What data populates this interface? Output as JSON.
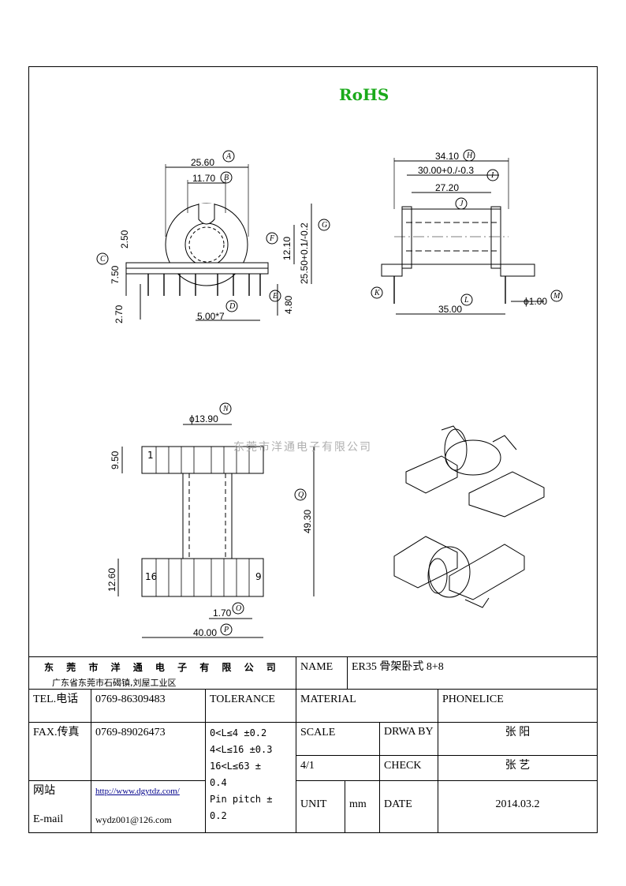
{
  "header": {
    "rohs": "RoHS"
  },
  "watermark": "东莞市洋通电子有限公司",
  "dims": {
    "A": "25.60",
    "B": "11.70",
    "C_val": "2.50",
    "C2": "7.50",
    "C3": "2.70",
    "D": "5.00*7",
    "E": "4.80",
    "F": "12.10",
    "G": "25.50+0.1/-0.2",
    "H": "34.10",
    "I": "30.00+0./-0.3",
    "J": "27.20",
    "L": "35.00",
    "M": "ϕ1.00",
    "N": "ϕ13.90",
    "Q": "49.30",
    "R": "9.50",
    "S": "12.60",
    "O": "1.70",
    "P": "40.00",
    "pin1": "1",
    "pin16": "16",
    "pin9": "9"
  },
  "letters": {
    "A": "A",
    "B": "B",
    "C": "C",
    "D": "D",
    "E": "E",
    "F": "F",
    "G": "G",
    "H": "H",
    "I": "I",
    "J": "J",
    "K": "K",
    "L": "L",
    "M": "M",
    "N": "N",
    "O": "O",
    "P": "P",
    "Q": "Q"
  },
  "title_block": {
    "company": "东 莞 市 洋 通 电 子 有 限 公 司",
    "address": "广东省东莞市石碣镇,刘屋工业区",
    "name_label": "NAME",
    "name_value": "ER35 骨架卧式 8+8",
    "tel_label": "TEL.电话",
    "tel_value": "0769-86309483",
    "tolerance_label": "TOLERANCE",
    "material_label": "MATERIAL",
    "phonelice_label": "PHONELICE",
    "fax_label": "FAX.传真",
    "fax_value": "0769-89026473",
    "tol_1": "0<L≤4  ±0.2",
    "tol_2": "4<L≤16 ±0.3",
    "tol_3": "16<L≤63 ±",
    "tol_3b": "0.4",
    "tol_4": "Pin pitch ±",
    "tol_4b": "0.2",
    "scale_label": "SCALE",
    "drwaby_label": "DRWA BY",
    "drawer": "张  阳",
    "scale_value": "4/1",
    "check_label": "CHECK",
    "checker": "张  艺",
    "web_label": "网站",
    "web_value": "http://www.dgytdz.com/",
    "email_label": "E-mail",
    "email_value": "wydz001@126.com",
    "unit_label": "UNIT",
    "unit_value": "mm",
    "date_label": "DATE",
    "date_value": "2014.03.2"
  }
}
